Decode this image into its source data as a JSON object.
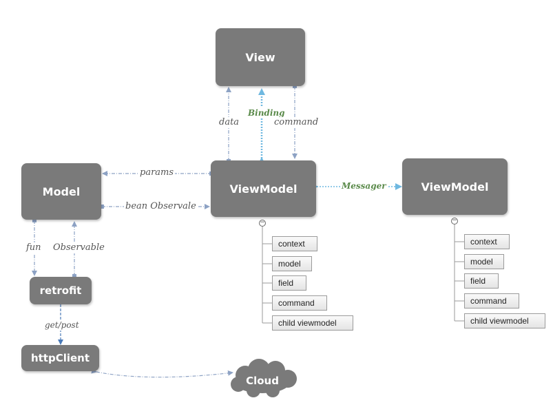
{
  "nodes": {
    "view": "View",
    "viewmodel_main": "ViewModel",
    "viewmodel_other": "ViewModel",
    "model": "Model",
    "retrofit": "retrofit",
    "httpclient": "httpClient",
    "cloud": "Cloud"
  },
  "edges": {
    "data": "data",
    "binding": "Binding",
    "command": "command",
    "params": "params",
    "bean_observale": "bean Observale",
    "messager": "Messager",
    "fun": "fun",
    "observable": "Observable",
    "get_post": "get/post"
  },
  "viewmodel_main_props": [
    "context",
    "model",
    "field",
    "command",
    "child viewmodel"
  ],
  "viewmodel_other_props": [
    "context",
    "model",
    "field",
    "command",
    "child viewmodel"
  ],
  "colors": {
    "node_fill": "#7a7a7a",
    "connector": "#8da2c4",
    "binding": "#6fb8e0",
    "label_green": "#5a8a4a"
  }
}
